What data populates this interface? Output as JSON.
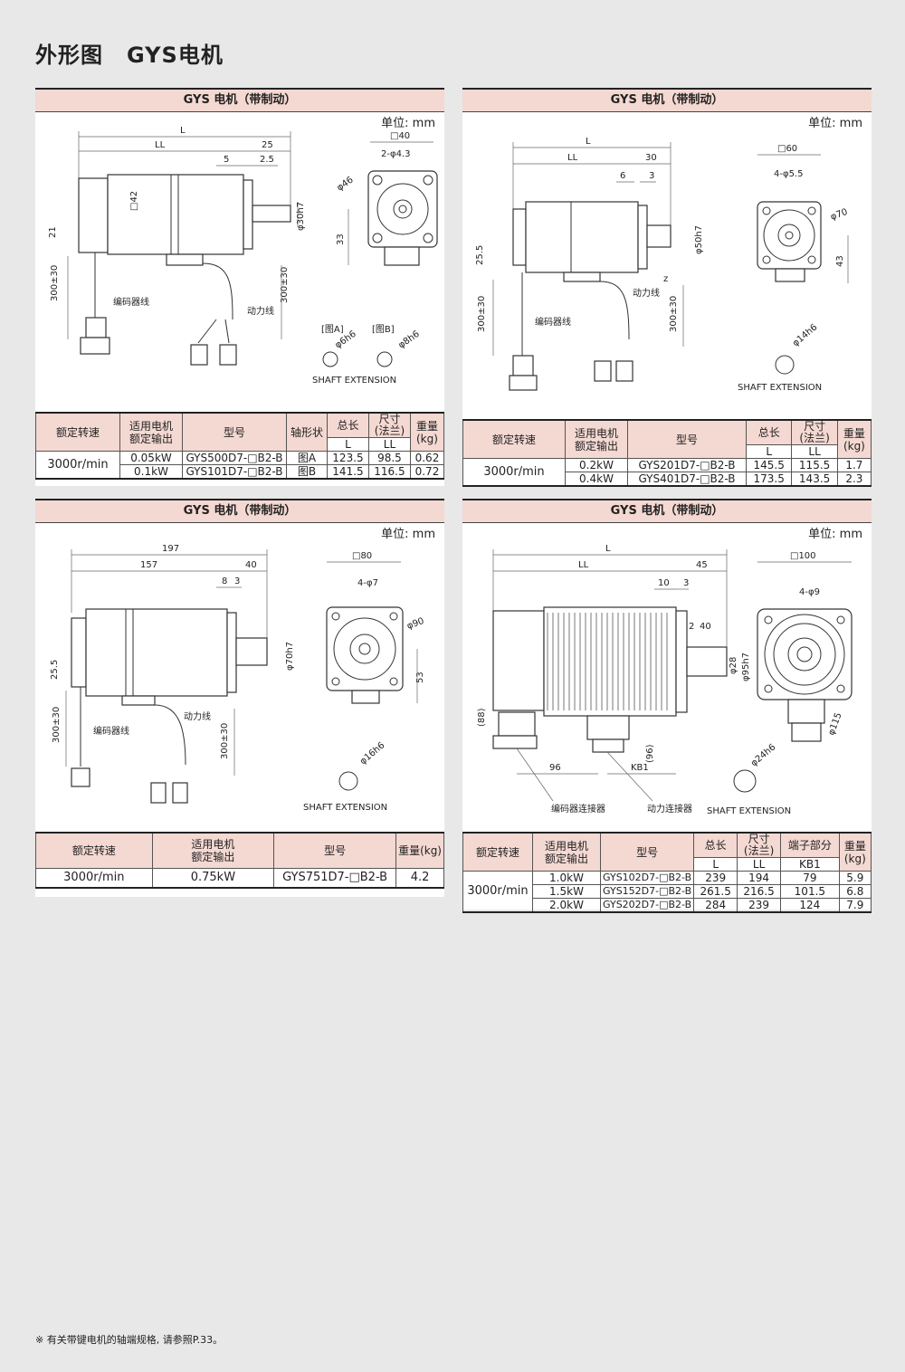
{
  "page": {
    "title_a": "外形图",
    "title_b": "GYS电机",
    "footnote": "※ 有关带键电机的轴端规格, 请参照P.33。"
  },
  "common": {
    "panel_title": "GYS 电机（带制动）",
    "unit": "单位: mm",
    "encoder_cable": "编码器线",
    "power_cable": "动力线",
    "shaft_ext": "SHAFT EXTENSION"
  },
  "p1": {
    "dims": {
      "L": "L",
      "LL": "LL",
      "d25": "25",
      "d5": "5",
      "d2_5": "2.5",
      "sq42": "□42",
      "phi30": "φ30h7",
      "d21": "21",
      "d300a": "300±30",
      "d300b": "300±30",
      "sq40": "□40",
      "holes": "2-φ4.3",
      "phi46": "φ46",
      "d33": "33",
      "figA": "[图A]",
      "figB": "[图B]",
      "phi6": "φ6h6",
      "phi8": "φ8h6"
    },
    "table": {
      "headers": [
        "额定转速",
        "适用电机\n额定输出",
        "型号",
        "轴形状",
        "总长",
        "尺寸\n(法兰)",
        "重量\n(kg)"
      ],
      "sub": [
        "L",
        "LL"
      ],
      "speed": "3000r/min",
      "rows": [
        [
          "0.05kW",
          "GYS500D7-□B2-B",
          "图A",
          "123.5",
          "98.5",
          "0.62"
        ],
        [
          "0.1kW",
          "GYS101D7-□B2-B",
          "图B",
          "141.5",
          "116.5",
          "0.72"
        ]
      ]
    }
  },
  "p2": {
    "dims": {
      "L": "L",
      "LL": "LL",
      "d30": "30",
      "d6": "6",
      "d3": "3",
      "phi50": "φ50h7",
      "d25_5": "25.5",
      "d300a": "300±30",
      "d300b": "300±30",
      "sq60": "□60",
      "holes": "4-φ5.5",
      "phi70": "φ70",
      "d43": "43",
      "phi14": "φ14h6",
      "z": "z"
    },
    "table": {
      "headers": [
        "额定转速",
        "适用电机\n额定输出",
        "型号",
        "总长",
        "尺寸\n(法兰)",
        "重量\n(kg)"
      ],
      "sub": [
        "L",
        "LL"
      ],
      "speed": "3000r/min",
      "rows": [
        [
          "0.2kW",
          "GYS201D7-□B2-B",
          "145.5",
          "115.5",
          "1.7"
        ],
        [
          "0.4kW",
          "GYS401D7-□B2-B",
          "173.5",
          "143.5",
          "2.3"
        ]
      ]
    }
  },
  "p3": {
    "dims": {
      "d197": "197",
      "d157": "157",
      "d40": "40",
      "d8": "8",
      "d3": "3",
      "phi70": "φ70h7",
      "d25_5": "25.5",
      "d300a": "300±30",
      "d300b": "300±30",
      "sq80": "□80",
      "holes": "4-φ7",
      "phi90": "φ90",
      "d53": "53",
      "phi16": "φ16h6"
    },
    "table": {
      "headers": [
        "额定转速",
        "适用电机\n额定输出",
        "型号",
        "重量(kg)"
      ],
      "speed": "3000r/min",
      "rows": [
        [
          "0.75kW",
          "GYS751D7-□B2-B",
          "4.2"
        ]
      ]
    }
  },
  "p4": {
    "dims": {
      "L": "L",
      "LL": "LL",
      "d45": "45",
      "d10": "10",
      "d3": "3",
      "d2": "2",
      "d40": "40",
      "phi28": "φ28",
      "phi95": "φ95h7",
      "d88": "(88)",
      "d96v": "(96)",
      "d96": "96",
      "kb1": "KB1",
      "enc_conn": "编码器连接器",
      "pow_conn": "动力连接器",
      "sq100": "□100",
      "holes": "4-φ9",
      "phi115": "φ115",
      "phi24": "φ24h6"
    },
    "table": {
      "headers": [
        "额定转速",
        "适用电机\n额定输出",
        "型号",
        "总长",
        "尺寸\n(法兰)",
        "端子部分",
        "重量\n(kg)"
      ],
      "sub": [
        "L",
        "LL",
        "KB1"
      ],
      "speed": "3000r/min",
      "rows": [
        [
          "1.0kW",
          "GYS102D7-□B2-B",
          "239",
          "194",
          "79",
          "5.9"
        ],
        [
          "1.5kW",
          "GYS152D7-□B2-B",
          "261.5",
          "216.5",
          "101.5",
          "6.8"
        ],
        [
          "2.0kW",
          "GYS202D7-□B2-B",
          "284",
          "239",
          "124",
          "7.9"
        ]
      ]
    }
  }
}
